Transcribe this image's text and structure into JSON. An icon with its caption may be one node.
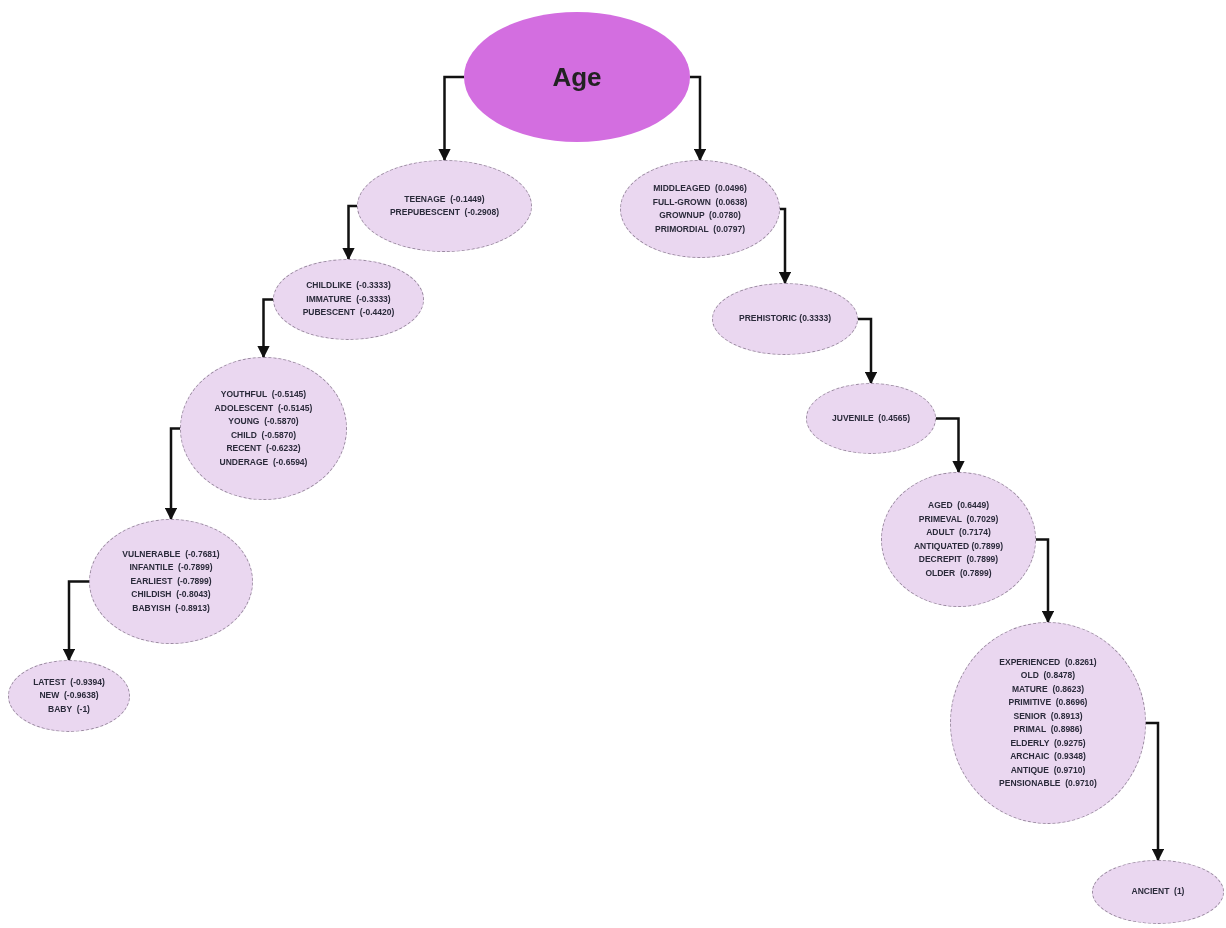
{
  "diagram": {
    "nodes": [
      {
        "text": [
          "Age"
        ]
      },
      {
        "text": [
          "TEENAGE  (-0.1449)",
          "PREPUBESCENT  (-0.2908)"
        ]
      },
      {
        "text": [
          "CHILDLIKE  (-0.3333)",
          "IMMATURE  (-0.3333)",
          "PUBESCENT  (-0.4420)"
        ]
      },
      {
        "text": [
          "YOUTHFUL  (-0.5145)",
          "ADOLESCENT  (-0.5145)",
          "YOUNG  (-0.5870)",
          "CHILD  (-0.5870)",
          "RECENT  (-0.6232)",
          "UNDERAGE  (-0.6594)"
        ]
      },
      {
        "text": [
          "VULNERABLE  (-0.7681)",
          "INFANTILE  (-0.7899)",
          "EARLIEST  (-0.7899)",
          "CHILDISH  (-0.8043)",
          "BABYISH  (-0.8913)"
        ]
      },
      {
        "text": [
          "LATEST  (-0.9394)",
          "NEW  (-0.9638)",
          "BABY  (-1)"
        ]
      },
      {
        "text": [
          "MIDDLEAGED  (0.0496)",
          "FULL-GROWN  (0.0638)",
          "GROWNUP  (0.0780)",
          "PRIMORDIAL  (0.0797)"
        ]
      },
      {
        "text": [
          "PREHISTORIC (0.3333)"
        ]
      },
      {
        "text": [
          "JUVENILE  (0.4565)"
        ]
      },
      {
        "text": [
          "AGED  (0.6449)",
          "PRIMEVAL  (0.7029)",
          "ADULT  (0.7174)",
          "ANTIQUATED (0.7899)",
          "DECREPIT  (0.7899)",
          "OLDER  (0.7899)"
        ]
      },
      {
        "text": [
          "EXPERIENCED  (0.8261)",
          "OLD  (0.8478)",
          "MATURE  (0.8623)",
          "PRIMITIVE  (0.8696)",
          "SENIOR  (0.8913)",
          "PRIMAL  (0.8986)",
          "ELDERLY  (0.9275)",
          "ARCHAIC  (0.9348)",
          "ANTIQUE  (0.9710)",
          "PENSIONABLE  (0.9710)"
        ]
      },
      {
        "text": [
          "ANCIENT  (1)"
        ]
      }
    ],
    "edges": [
      {
        "from": 0,
        "to": 1,
        "arrow": "to"
      },
      {
        "from": 1,
        "to": 2,
        "arrow": "to"
      },
      {
        "from": 2,
        "to": 3,
        "arrow": "to"
      },
      {
        "from": 3,
        "to": 4,
        "arrow": "to"
      },
      {
        "from": 4,
        "to": 5,
        "arrow": "to"
      },
      {
        "from": 0,
        "to": 6,
        "arrow": "to"
      },
      {
        "from": 6,
        "to": 7,
        "arrow": "to"
      },
      {
        "from": 7,
        "to": 8,
        "arrow": "to"
      },
      {
        "from": 8,
        "to": 9,
        "arrow": "to"
      },
      {
        "from": 9,
        "to": 10,
        "arrow": "to"
      },
      {
        "from": 10,
        "to": 11,
        "arrow": "to"
      }
    ]
  }
}
